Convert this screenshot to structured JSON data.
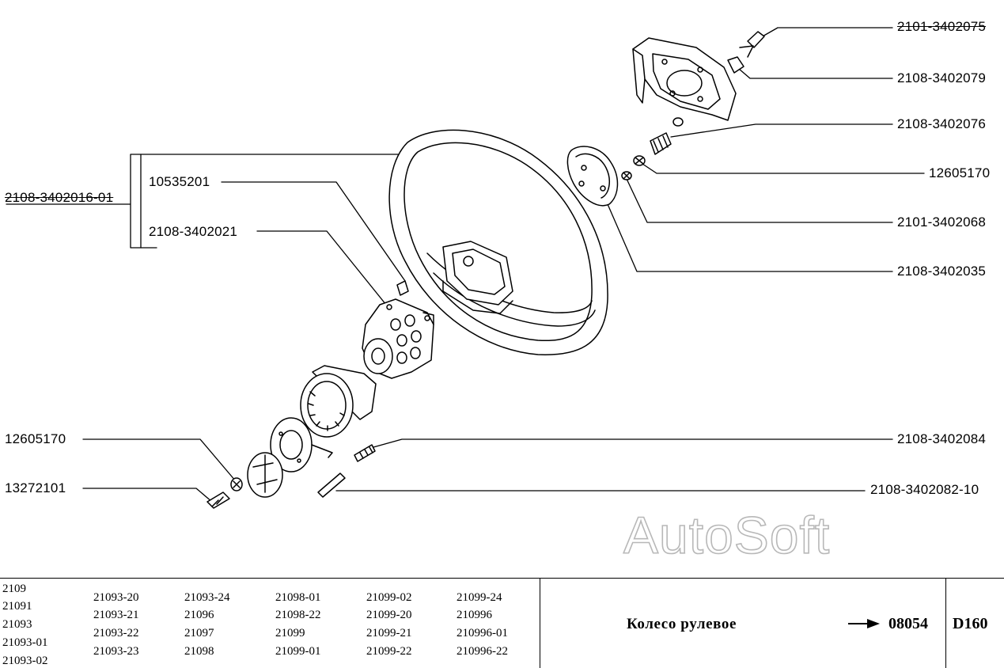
{
  "callouts": {
    "left": {
      "assembly": "2108-3402016-01",
      "screw_10535201": "10535201",
      "hub_2108_3402021": "2108-3402021",
      "washer_12605170": "12605170",
      "bolt_13272101": "13272101"
    },
    "right": {
      "screw_2101_3402075": "2101-3402075",
      "bushing_2108_3402079": "2108-3402079",
      "spring_2108_3402076": "2108-3402076",
      "washer_12605170": "12605170",
      "nut_2101_3402068": "2101-3402068",
      "plate_2108_3402035": "2108-3402035",
      "spring_2108_3402084": "2108-3402084",
      "pin_2108_3402082_10": "2108-3402082-10"
    }
  },
  "watermark": "AutoSoft",
  "footer": {
    "models": [
      [
        "2109",
        "21091",
        "21093",
        "21093-01",
        "21093-02"
      ],
      [
        "21093-20",
        "21093-21",
        "21093-22",
        "21093-23"
      ],
      [
        "21093-24",
        "21096",
        "21097",
        "21098"
      ],
      [
        "21098-01",
        "21098-22",
        "21099",
        "21099-01"
      ],
      [
        "21099-02",
        "21099-20",
        "21099-21",
        "21099-22"
      ],
      [
        "21099-24",
        "210996",
        "210996-01",
        "210996-22"
      ]
    ],
    "title": "Колесо рулевое",
    "catalog_number": "08054",
    "page_code": "D160"
  }
}
